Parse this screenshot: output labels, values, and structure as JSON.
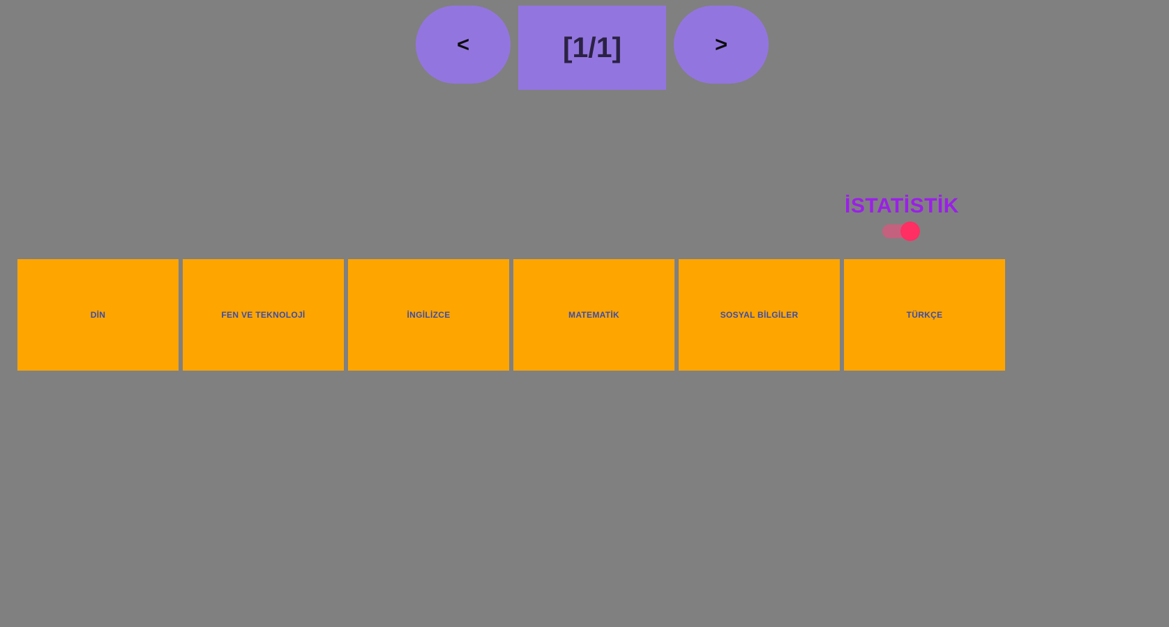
{
  "pager": {
    "prev_label": "<",
    "next_label": ">",
    "count_label": "[1/1]",
    "current_page": 1,
    "total_pages": 1,
    "button_color": "#9375e0",
    "text_color": "#2b2243"
  },
  "statistics": {
    "label": "İSTATİSTİK",
    "label_color": "#9b1fe8",
    "toggle_state": "on",
    "toggle_knob_color": "#ff2e63",
    "toggle_track_color": "#d9577f"
  },
  "subjects": {
    "card_color": "#ffa500",
    "card_text_color": "#3b4da8",
    "items": [
      {
        "label": "DİN"
      },
      {
        "label": "FEN VE TEKNOLOJİ"
      },
      {
        "label": "İNGİLİZCE"
      },
      {
        "label": "MATEMATİK"
      },
      {
        "label": "SOSYAL BİLGİLER"
      },
      {
        "label": "TÜRKÇE"
      }
    ]
  },
  "page": {
    "background_color": "#808080"
  }
}
